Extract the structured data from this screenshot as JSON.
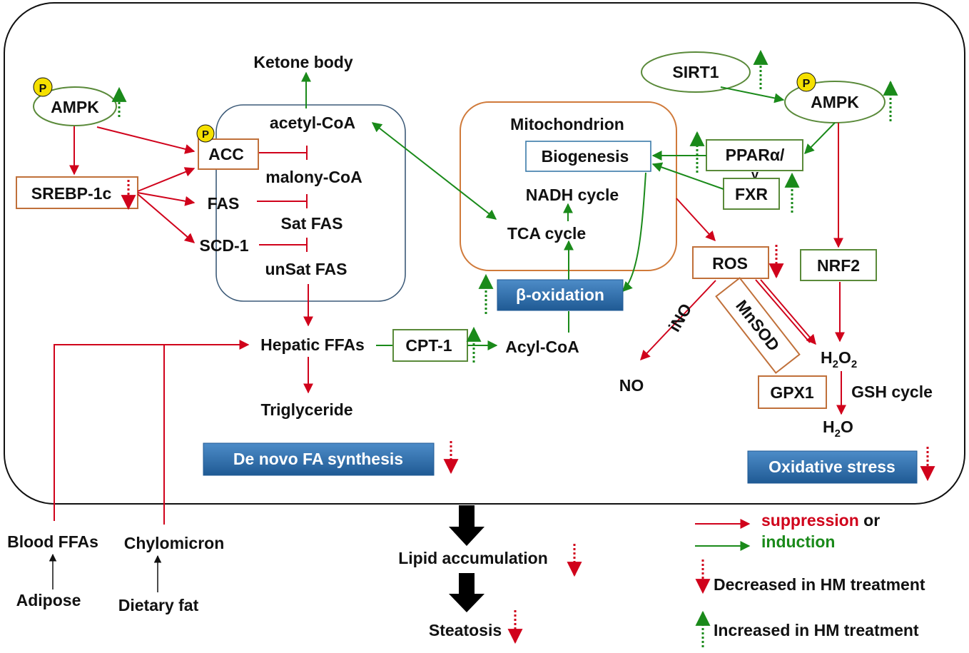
{
  "colors": {
    "suppression": "#d0021b",
    "induction": "#1a8a1a",
    "banner": "#2f6eaa",
    "box_orange": "#c0703a",
    "box_green": "#5a8a3a",
    "box_blue": "#3a7aa8"
  },
  "phospho_marker": "P",
  "nodes": {
    "ketone_body": "Ketone body",
    "ampk_left": "AMPK",
    "acetyl_coa": "acetyl-CoA",
    "acc": "ACC",
    "malony_coa": "malony-CoA",
    "srebp": "SREBP-1c",
    "fas": "FAS",
    "sat_fas": "Sat FAS",
    "scd1": "SCD-1",
    "unsat_fas": "unSat FAS",
    "hepatic_ffas": "Hepatic FFAs",
    "triglyceride": "Triglyceride",
    "mitochondrion": "Mitochondrion",
    "biogenesis": "Biogenesis",
    "nadh_cycle": "NADH cycle",
    "tca_cycle": "TCA cycle",
    "beta_oxidation": "β-oxidation",
    "cpt1": "CPT-1",
    "acyl_coa": "Acyl-CoA",
    "sirt1": "SIRT1",
    "ampk_right": "AMPK",
    "ppar_line1": "PPARα/",
    "ppar_line2": "γ",
    "fxr": "FXR",
    "ros": "ROS",
    "nrf2": "NRF2",
    "ino": "iNO",
    "mnsod": "MnSOD",
    "no": "NO",
    "h2o2_main": "H",
    "h2o2_sub1": "2",
    "h2o2_o": "O",
    "h2o2_sub2": "2",
    "gpx1": "GPX1",
    "gsh_cycle": "GSH cycle",
    "h2o_h": "H",
    "h2o_sub": "2",
    "h2o_o": "O"
  },
  "banners": {
    "denovo": "De novo FA synthesis",
    "oxidative": "Oxidative stress"
  },
  "outside": {
    "blood_ffas": "Blood FFAs",
    "chylomicron": "Chylomicron",
    "adipose": "Adipose",
    "dietary_fat": "Dietary fat",
    "lipid_accumulation": "Lipid accumulation",
    "steatosis": "Steatosis"
  },
  "legend": {
    "suppression": "suppression",
    "or": " or",
    "induction": "induction",
    "decreased": "Decreased in HM treatment",
    "increased": "Increased in HM treatment"
  }
}
